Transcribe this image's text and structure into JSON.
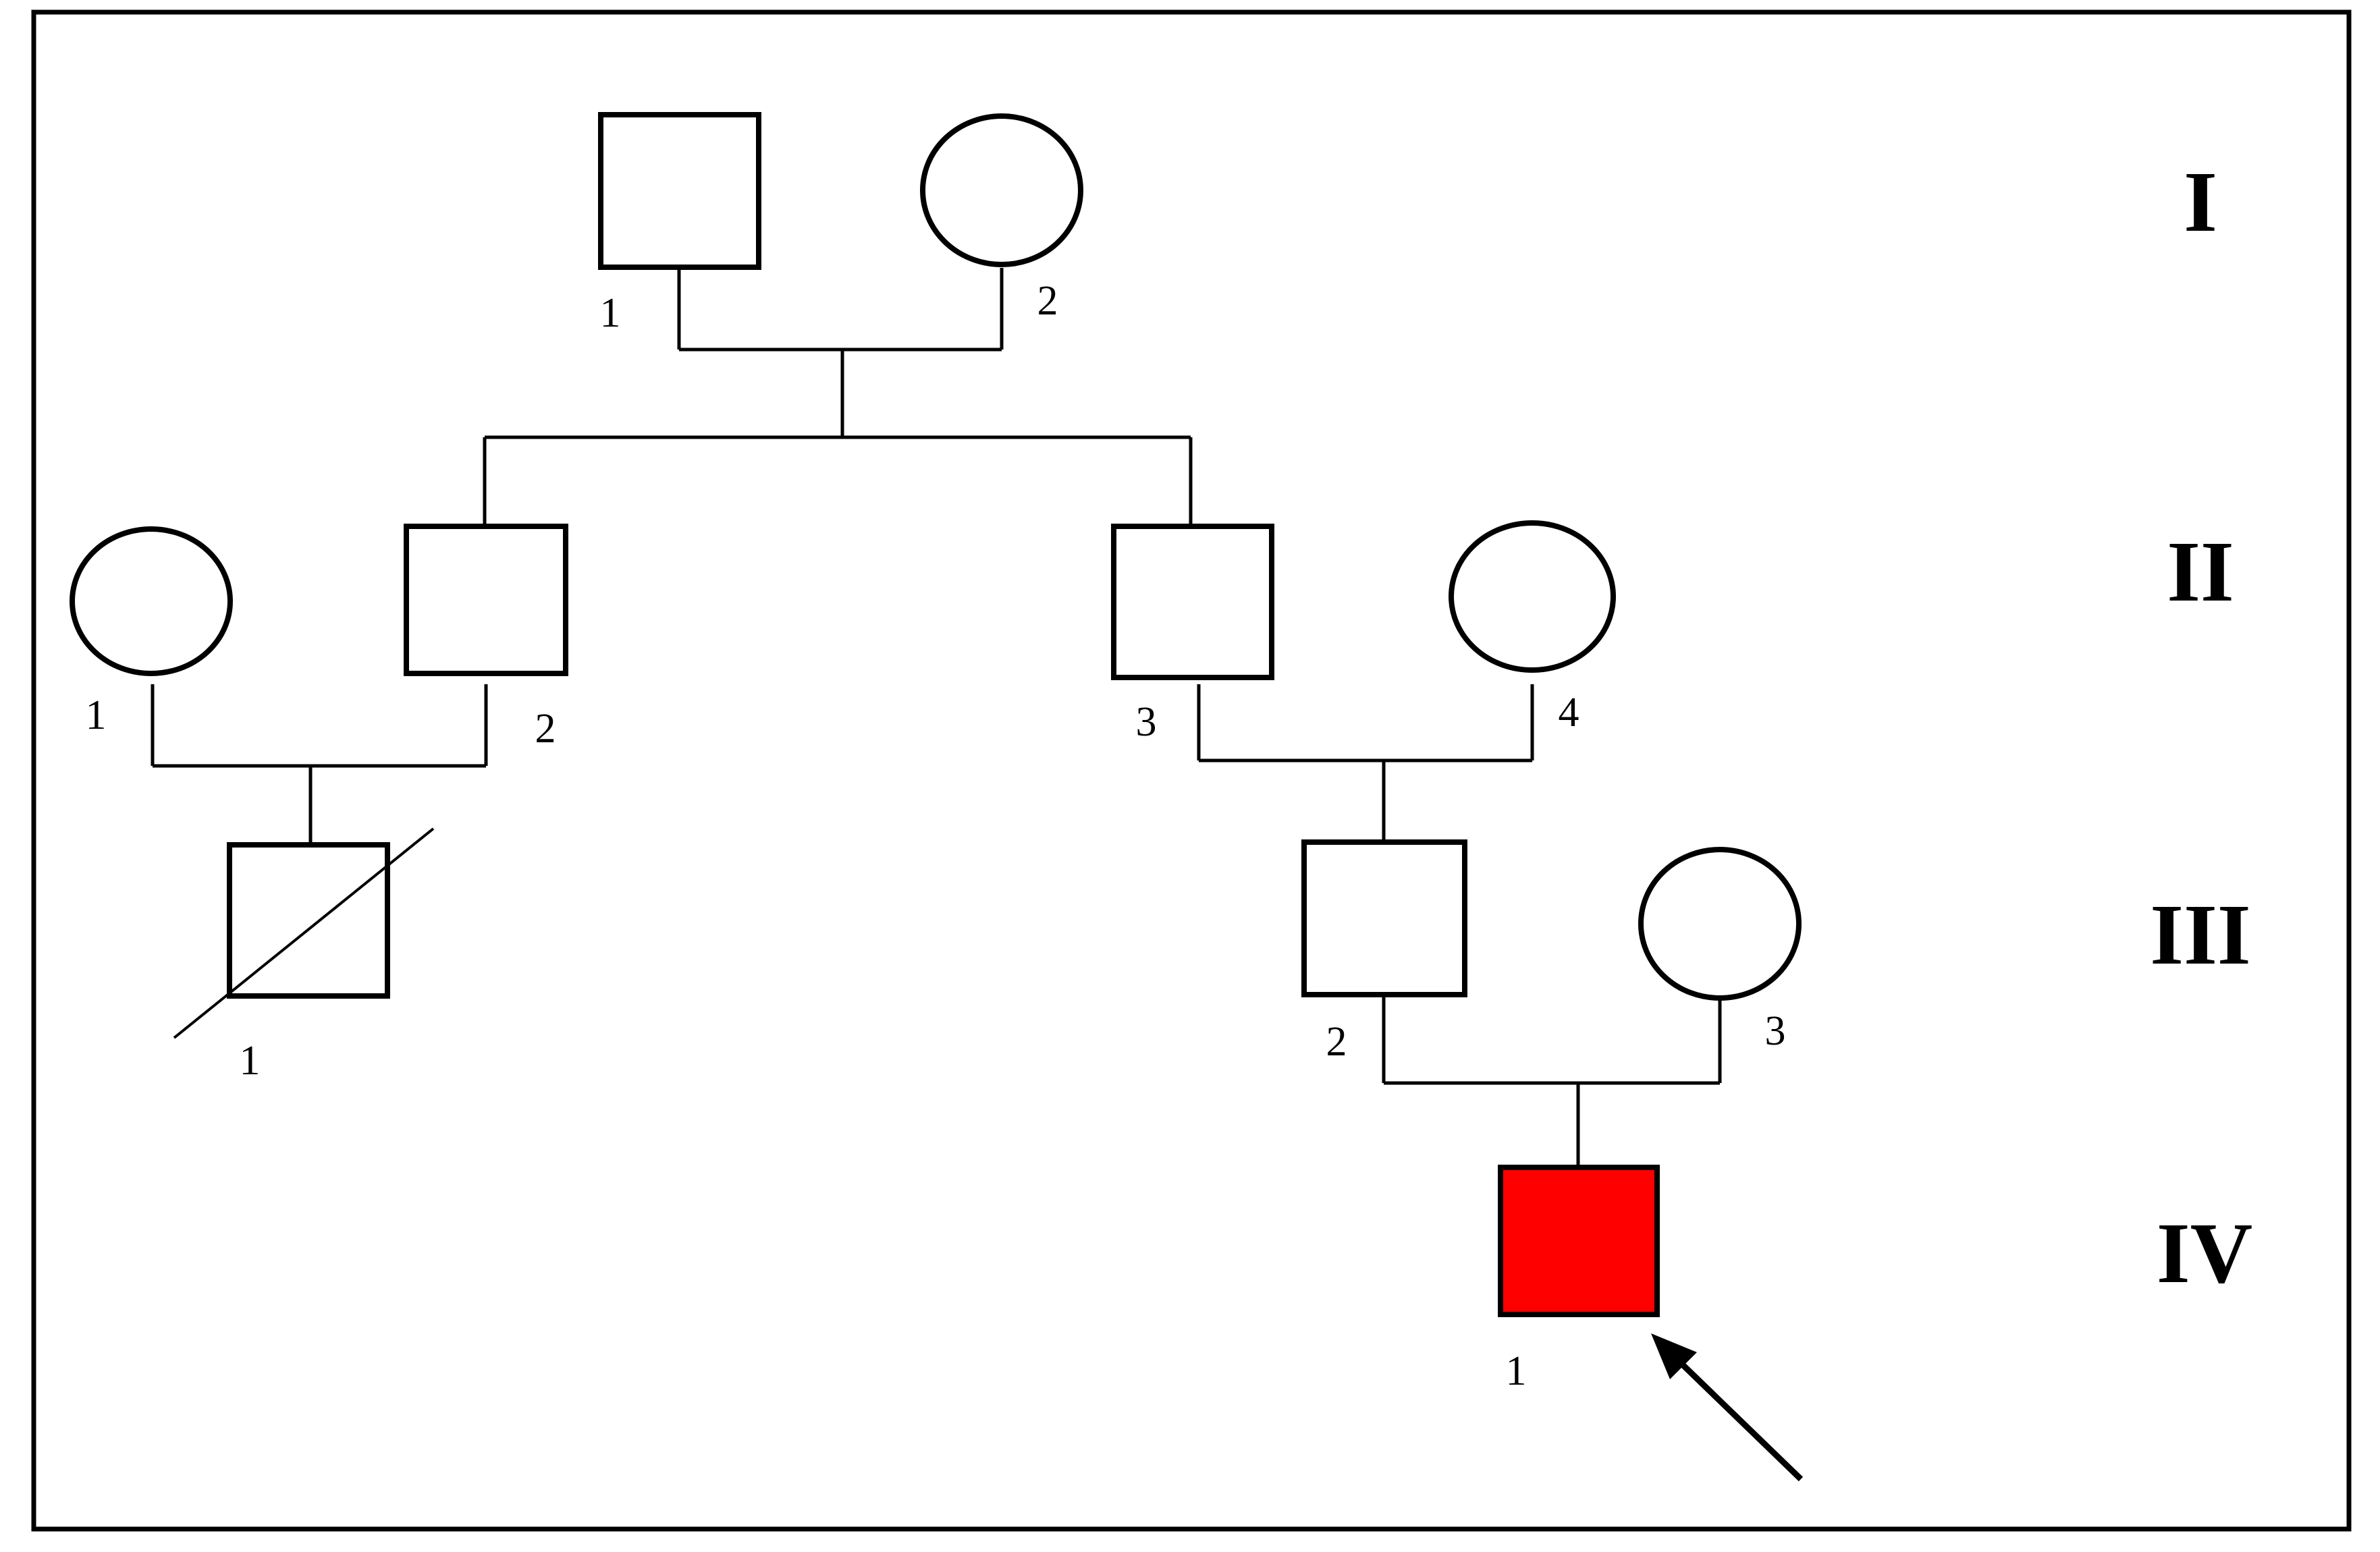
{
  "colors": {
    "affected": "#ff0000",
    "unaffected": "#ffffff",
    "line": "#000000"
  },
  "generations": [
    {
      "label": "I"
    },
    {
      "label": "II"
    },
    {
      "label": "III"
    },
    {
      "label": "IV"
    }
  ],
  "individuals": {
    "I_1": {
      "number": "1",
      "sex": "male",
      "affected": false,
      "deceased": false
    },
    "I_2": {
      "number": "2",
      "sex": "female",
      "affected": false,
      "deceased": false
    },
    "II_1": {
      "number": "1",
      "sex": "female",
      "affected": false,
      "deceased": false
    },
    "II_2": {
      "number": "2",
      "sex": "male",
      "affected": false,
      "deceased": false
    },
    "II_3": {
      "number": "3",
      "sex": "male",
      "affected": false,
      "deceased": false
    },
    "II_4": {
      "number": "4",
      "sex": "female",
      "affected": false,
      "deceased": false
    },
    "III_1": {
      "number": "1",
      "sex": "male",
      "affected": false,
      "deceased": true
    },
    "III_2": {
      "number": "2",
      "sex": "male",
      "affected": false,
      "deceased": false
    },
    "III_3": {
      "number": "3",
      "sex": "female",
      "affected": false,
      "deceased": false
    },
    "IV_1": {
      "number": "1",
      "sex": "male",
      "affected": true,
      "deceased": false,
      "proband": true
    }
  }
}
